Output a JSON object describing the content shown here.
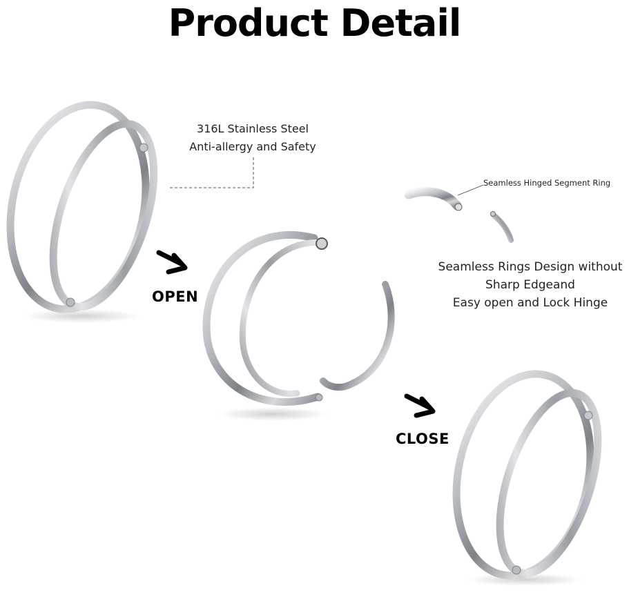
{
  "title": "Product Detail",
  "material_note": {
    "line1": "316L Stainless Steel",
    "line2": "Anti-allergy and Safety"
  },
  "segment_label": "Seamless Hinged Segment Ring",
  "design_note": {
    "line1": "Seamless Rings Design without",
    "line2": "Sharp Edgeand",
    "line3": "Easy open and Lock Hinge"
  },
  "steps": {
    "open": "OPEN",
    "close": "CLOSE"
  },
  "colors": {
    "steel_dark": "#8c8f93",
    "steel_light": "#e9ebee",
    "text": "#111111"
  },
  "icons": [
    "arrow-down-right-icon",
    "arrow-down-right-icon"
  ]
}
